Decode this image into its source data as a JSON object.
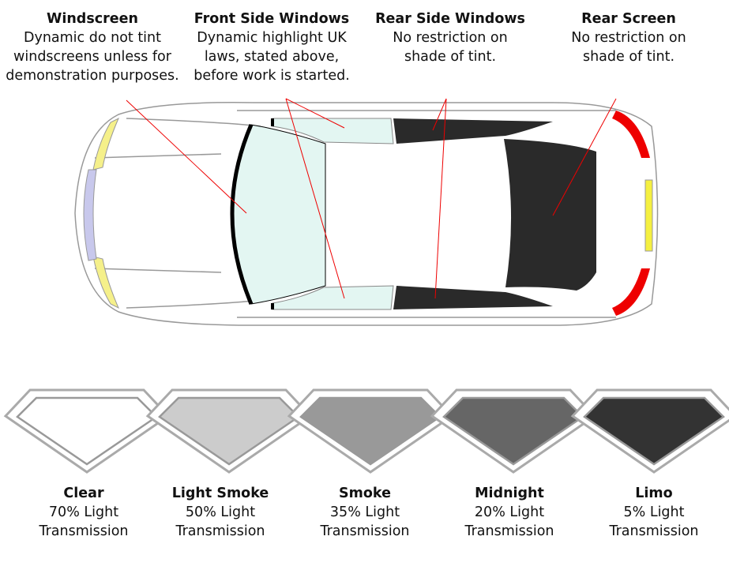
{
  "windows": [
    {
      "title": "Windscreen",
      "lines": [
        "Dynamic do not tint",
        "windscreens unless for",
        "demonstration purposes."
      ]
    },
    {
      "title": "Front Side Windows",
      "lines": [
        "Dynamic highlight UK",
        "laws, stated above,",
        "before work is started."
      ]
    },
    {
      "title": "Rear Side Windows",
      "lines": [
        "No restriction on",
        "shade of tint."
      ]
    },
    {
      "title": "Rear Screen",
      "lines": [
        "No restriction on",
        "shade of tint."
      ]
    }
  ],
  "shades": [
    {
      "name": "Clear",
      "percent": "70% Light",
      "caption": "Transmission",
      "color": "#ffffff"
    },
    {
      "name": "Light Smoke",
      "percent": "50% Light",
      "caption": "Transmission",
      "color": "#cccccc"
    },
    {
      "name": "Smoke",
      "percent": "35% Light",
      "caption": "Transmission",
      "color": "#999999"
    },
    {
      "name": "Midnight",
      "percent": "20% Light",
      "caption": "Transmission",
      "color": "#666666"
    },
    {
      "name": "Limo",
      "percent": "5% Light",
      "caption": "Transmission",
      "color": "#333333"
    }
  ]
}
